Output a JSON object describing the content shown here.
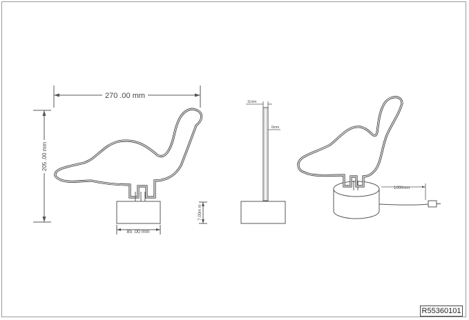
{
  "dimensions": {
    "width": "270 .00 mm",
    "height": "205 .00 mm",
    "base_width": "85 .00 mm",
    "base_height": "7.00m m",
    "depth": "11mm",
    "tube": "6mm",
    "cable": "1000mm"
  },
  "product_code": "R55360101",
  "colors": {
    "line": "#555555",
    "outline": "#3a3a3a",
    "frame": "#9a9a9a"
  }
}
